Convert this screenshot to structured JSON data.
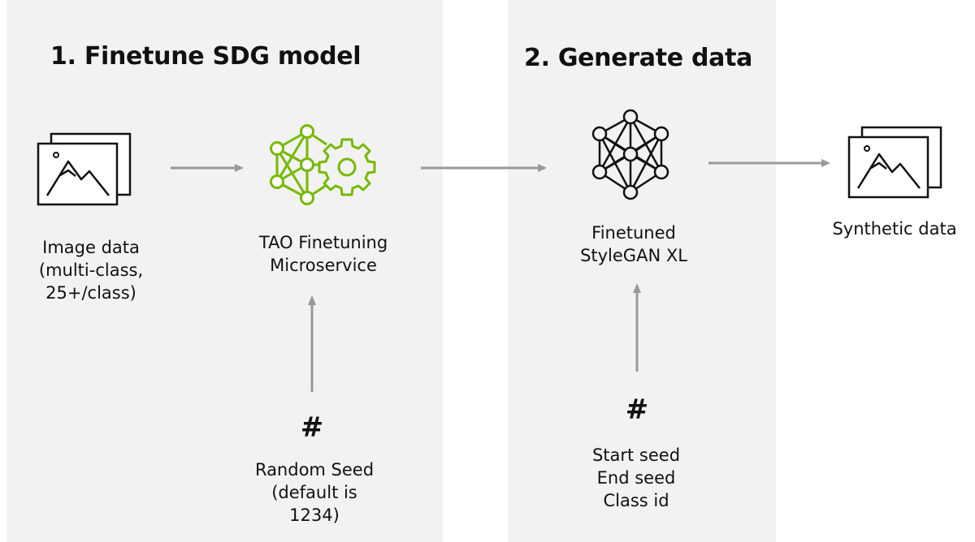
{
  "step1": {
    "title": "1. Finetune SDG model",
    "image_data_lines": [
      "Image data",
      "(multi-class,",
      "25+/class)"
    ],
    "tao_lines": [
      "TAO Finetuning",
      "Microservice"
    ],
    "seed_symbol": "#",
    "seed_lines": [
      "Random Seed",
      "(default is",
      "1234)"
    ]
  },
  "step2": {
    "title": "2. Generate data",
    "model_lines": [
      "Finetuned",
      "StyleGAN XL"
    ],
    "seed_symbol": "#",
    "seed_lines": [
      "Start seed",
      "End seed",
      "Class id"
    ]
  },
  "output": {
    "label": "Synthetic data"
  },
  "colors": {
    "panel_bg": "#f2f2f2",
    "accent_green": "#76b900",
    "arrow": "#999999",
    "text": "#111111"
  },
  "icons": [
    "image-stack-icon",
    "neural-network-gear-icon",
    "neural-network-icon",
    "image-stack-icon"
  ]
}
